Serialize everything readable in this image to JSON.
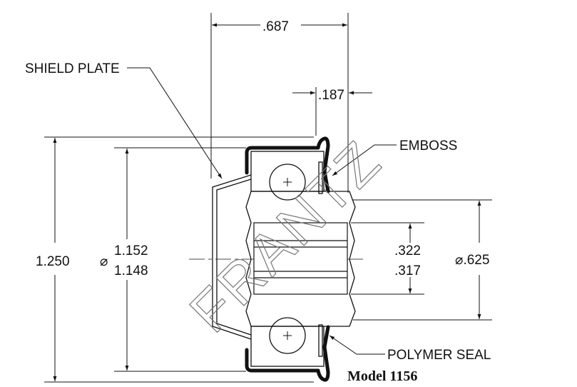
{
  "labels": {
    "shield_plate": "SHIELD PLATE",
    "emboss": "EMBOSS",
    "polymer_seal": "POLYMER SEAL"
  },
  "dimensions": {
    "overall_width": ".687",
    "offset_width": ".187",
    "outer_diameter_height": "1.250",
    "bore_dia_symbol": "⌀",
    "cup_dia_max": "1.152",
    "cup_dia_min": "1.148",
    "hex_max": ".322",
    "hex_min": ".317",
    "inner_dia": "⌀.625"
  },
  "model": "Model 1156",
  "watermark": "FRANTZ"
}
